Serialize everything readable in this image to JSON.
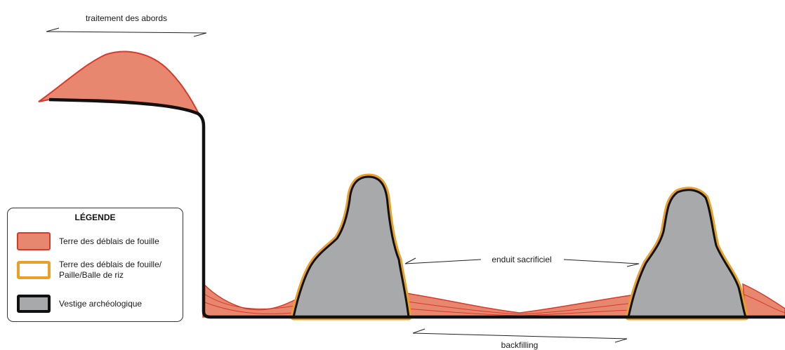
{
  "labels": {
    "top_arrow": "traitement des abords",
    "middle_arrow": "enduit sacrificiel",
    "bottom_arrow": "backfilling"
  },
  "legend": {
    "title": "LÉGENDE",
    "items": [
      {
        "label": "Terre des déblais de fouille",
        "fill": "#e8876f",
        "border": "#d63a2a",
        "icon": "soil-swatch"
      },
      {
        "label": "Terre des déblais de fouille/\nPaille/Balle de riz",
        "fill": "#ffffff",
        "border": "#e8a02a",
        "icon": "mix-swatch"
      },
      {
        "label": "Vestige archéologique",
        "fill": "#a7a9aa",
        "border": "#111111",
        "icon": "ruin-swatch"
      }
    ]
  },
  "colors": {
    "soil": "#e8876f",
    "soil_edge": "#d63a2a",
    "plaster": "#e8a02a",
    "ruin": "#a7a9aa",
    "ground": "#111111"
  }
}
